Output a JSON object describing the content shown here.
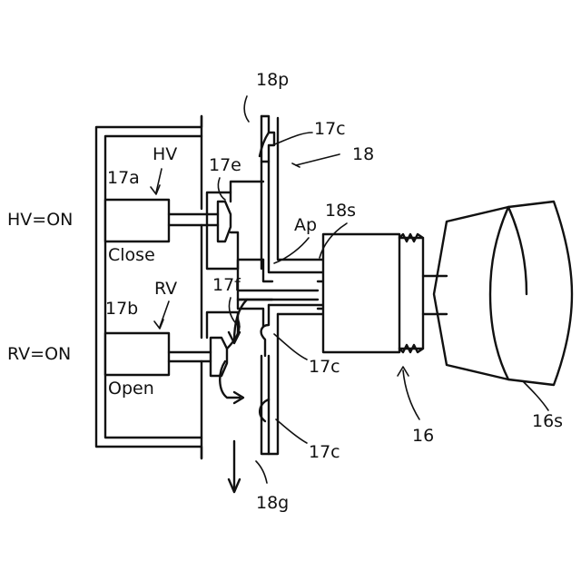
{
  "labels": {
    "l_18p": "18p",
    "l_17c_top": "17c",
    "l_18": "18",
    "l_hv": "HV",
    "l_17e": "17e",
    "l_17a": "17a",
    "l_hv_on": "HV=ON",
    "l_close": "Close",
    "l_ap": "Ap",
    "l_18s": "18s",
    "l_rv": "RV",
    "l_17f": "17f",
    "l_17b": "17b",
    "l_rv_on": "RV=ON",
    "l_open": "Open",
    "l_17c_mid": "17c",
    "l_17c_bot": "17c",
    "l_16": "16",
    "l_16s": "16s",
    "l_18g": "18g"
  },
  "colors": {
    "stroke": "#111111",
    "background": "#ffffff"
  }
}
